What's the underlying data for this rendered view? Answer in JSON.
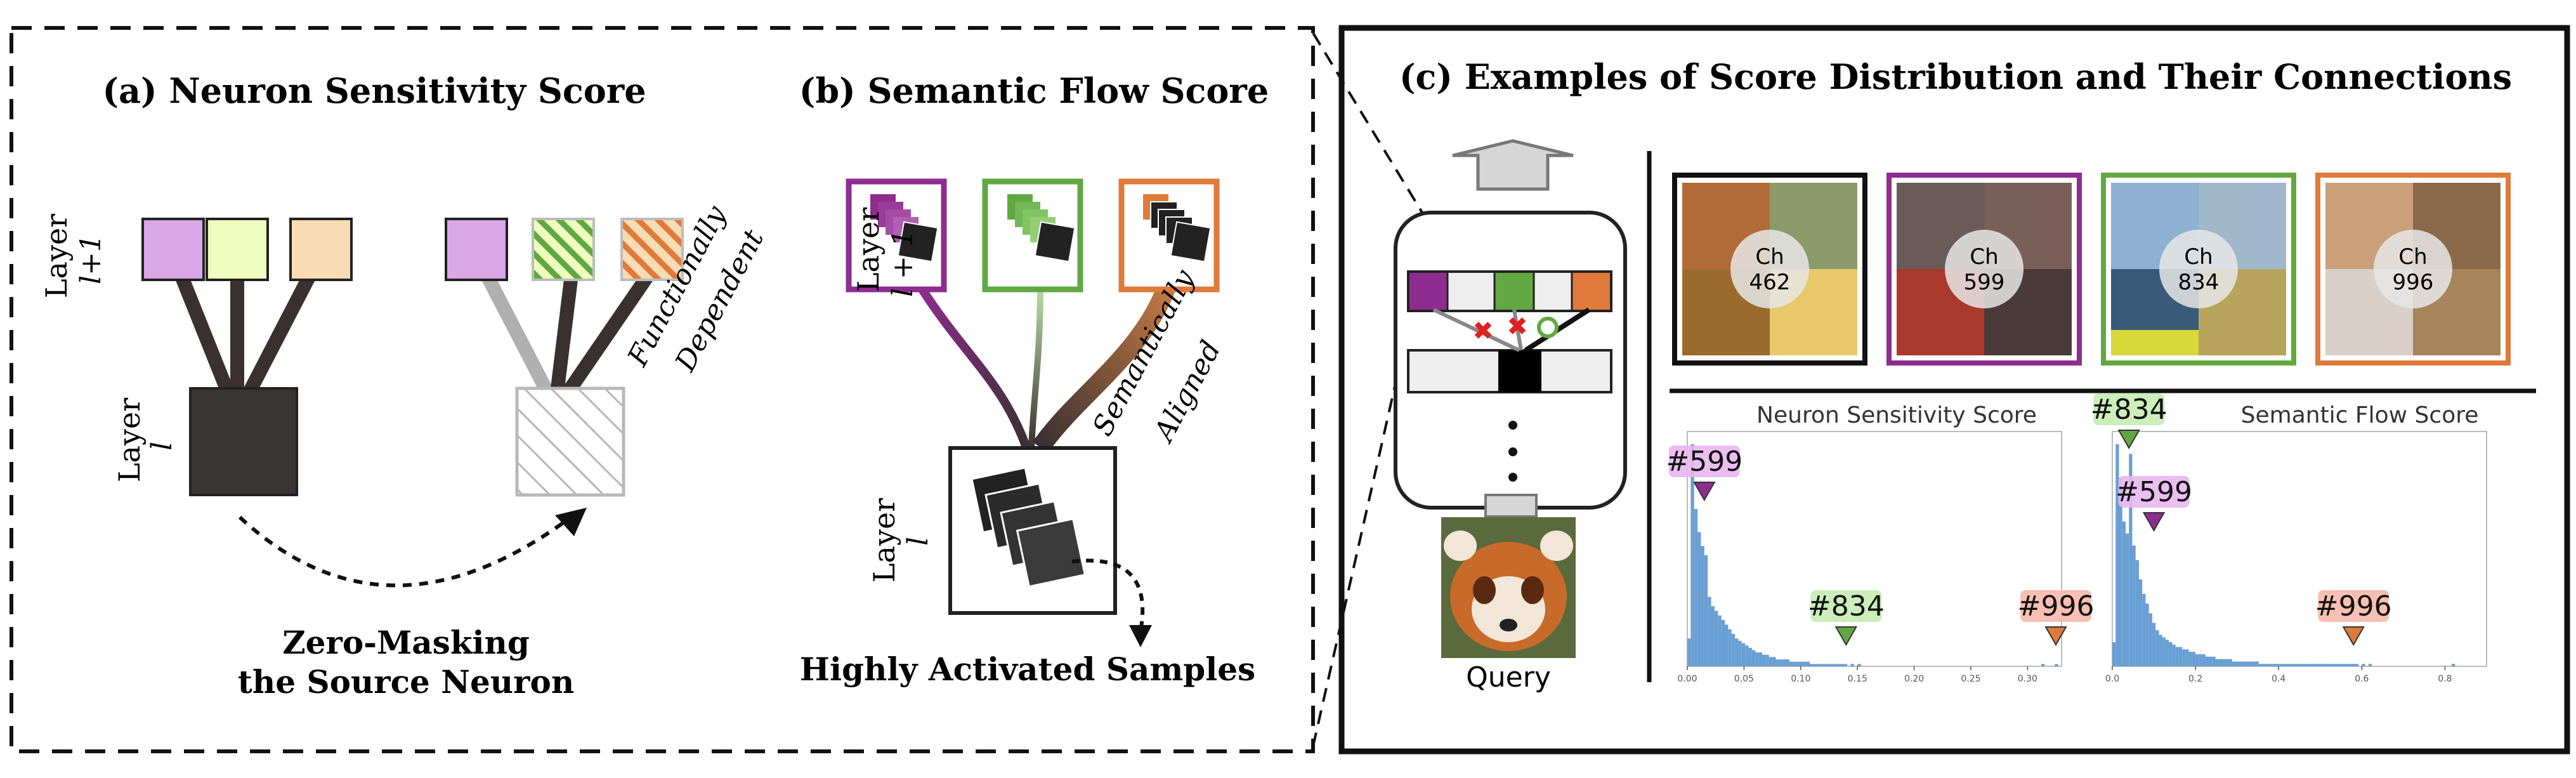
{
  "panel_a": {
    "title": "(a) Neuron Sensitivity Score",
    "layer_upper": "Layer",
    "layer_upper_index": "l+1",
    "layer_lower": "Layer",
    "layer_lower_index": "l",
    "annotation_line1": "Functionally",
    "annotation_line2": "Dependent",
    "caption_line1": "Zero-Masking",
    "caption_line2": "the Source Neuron"
  },
  "panel_b": {
    "title": "(b) Semantic Flow Score",
    "layer_upper": "Layer",
    "layer_upper_index": "l + 1",
    "layer_lower": "Layer",
    "layer_lower_index": "l",
    "annotation_line1": "Semantically",
    "annotation_line2": "Aligned",
    "caption": "Highly Activated Samples"
  },
  "panel_c": {
    "title": "(c) Examples of Score Distribution and Their Connections",
    "query_label": "Query",
    "channels": [
      {
        "prefix": "Ch",
        "id": "462",
        "color": "#111111"
      },
      {
        "prefix": "Ch",
        "id": "599",
        "color": "#8e2d8f"
      },
      {
        "prefix": "Ch",
        "id": "834",
        "color": "#62a842"
      },
      {
        "prefix": "Ch",
        "id": "996",
        "color": "#e07a3a"
      }
    ]
  },
  "colors": {
    "purple": "#d9a6e6",
    "yellow": "#eefcbd",
    "peach": "#f8dcb5",
    "green_accent": "#62a842",
    "orange_accent": "#e07a3a",
    "purple_accent": "#8e2d8f",
    "histogram": "#6a9fd4"
  },
  "chart_data": [
    {
      "type": "bar",
      "title": "Neuron Sensitivity Score",
      "x_ticks": [
        "0.00",
        "0.05",
        "0.10",
        "0.15",
        "0.20",
        "0.25",
        "0.30"
      ],
      "xlim": [
        0,
        0.33
      ],
      "bin_width": 0.003,
      "values": [
        12,
        96,
        68,
        58,
        52,
        48,
        30,
        26,
        24,
        22,
        20,
        18,
        16,
        14,
        12,
        11,
        10,
        9,
        8,
        7,
        6,
        6,
        5,
        5,
        4,
        4,
        3,
        3,
        3,
        3,
        2,
        2,
        2,
        2,
        2,
        2,
        1,
        1,
        1,
        1,
        1,
        1,
        1,
        1,
        1,
        1,
        1,
        0,
        1,
        0,
        1,
        0,
        0,
        0,
        0,
        0,
        0,
        0,
        0,
        0,
        0,
        0,
        0,
        0,
        0,
        0,
        0,
        0,
        0,
        0,
        0,
        0,
        0,
        0,
        0,
        0,
        0,
        0,
        0,
        0,
        0,
        0,
        0,
        0,
        0,
        0,
        0,
        0,
        0,
        0,
        0,
        0,
        0,
        0,
        0,
        0,
        0,
        0,
        0,
        0,
        0,
        0,
        0,
        0,
        1,
        0,
        0,
        0,
        1,
        0
      ],
      "markers": [
        {
          "label": "#599",
          "x": 0.015,
          "color": "#8e2d8f",
          "bg": "#e8b7ee"
        },
        {
          "label": "#834",
          "x": 0.14,
          "color": "#62a842",
          "bg": "#c6ecb4"
        },
        {
          "label": "#996",
          "x": 0.325,
          "color": "#e07a3a",
          "bg": "#f6b9aa"
        }
      ]
    },
    {
      "type": "bar",
      "title": "Semantic Flow Score",
      "x_ticks": [
        "0.0",
        "0.2",
        "0.4",
        "0.6",
        "0.8"
      ],
      "xlim": [
        0,
        0.9
      ],
      "bin_width": 0.008,
      "values": [
        10,
        92,
        78,
        60,
        55,
        88,
        50,
        44,
        36,
        30,
        26,
        22,
        18,
        15,
        13,
        12,
        11,
        10,
        9,
        8,
        8,
        7,
        7,
        6,
        6,
        5,
        5,
        5,
        4,
        4,
        4,
        3,
        3,
        3,
        3,
        3,
        2,
        2,
        2,
        2,
        2,
        2,
        2,
        2,
        1,
        1,
        1,
        1,
        1,
        1,
        1,
        1,
        1,
        1,
        1,
        1,
        1,
        1,
        1,
        1,
        1,
        1,
        1,
        1,
        1,
        1,
        1,
        1,
        1,
        1,
        1,
        1,
        1,
        1,
        0,
        1,
        0,
        1,
        0,
        0,
        0,
        0,
        0,
        0,
        0,
        0,
        0,
        0,
        0,
        0,
        0,
        0,
        0,
        0,
        0,
        0,
        0,
        0,
        0,
        0,
        0,
        0,
        1,
        0,
        0,
        0,
        0,
        0,
        0,
        0,
        0,
        0
      ],
      "markers": [
        {
          "label": "#834",
          "x": 0.04,
          "color": "#62a842",
          "bg": "#c6ecb4"
        },
        {
          "label": "#599",
          "x": 0.1,
          "color": "#8e2d8f",
          "bg": "#e8b7ee"
        },
        {
          "label": "#996",
          "x": 0.58,
          "color": "#e07a3a",
          "bg": "#f6b9aa"
        }
      ]
    }
  ]
}
